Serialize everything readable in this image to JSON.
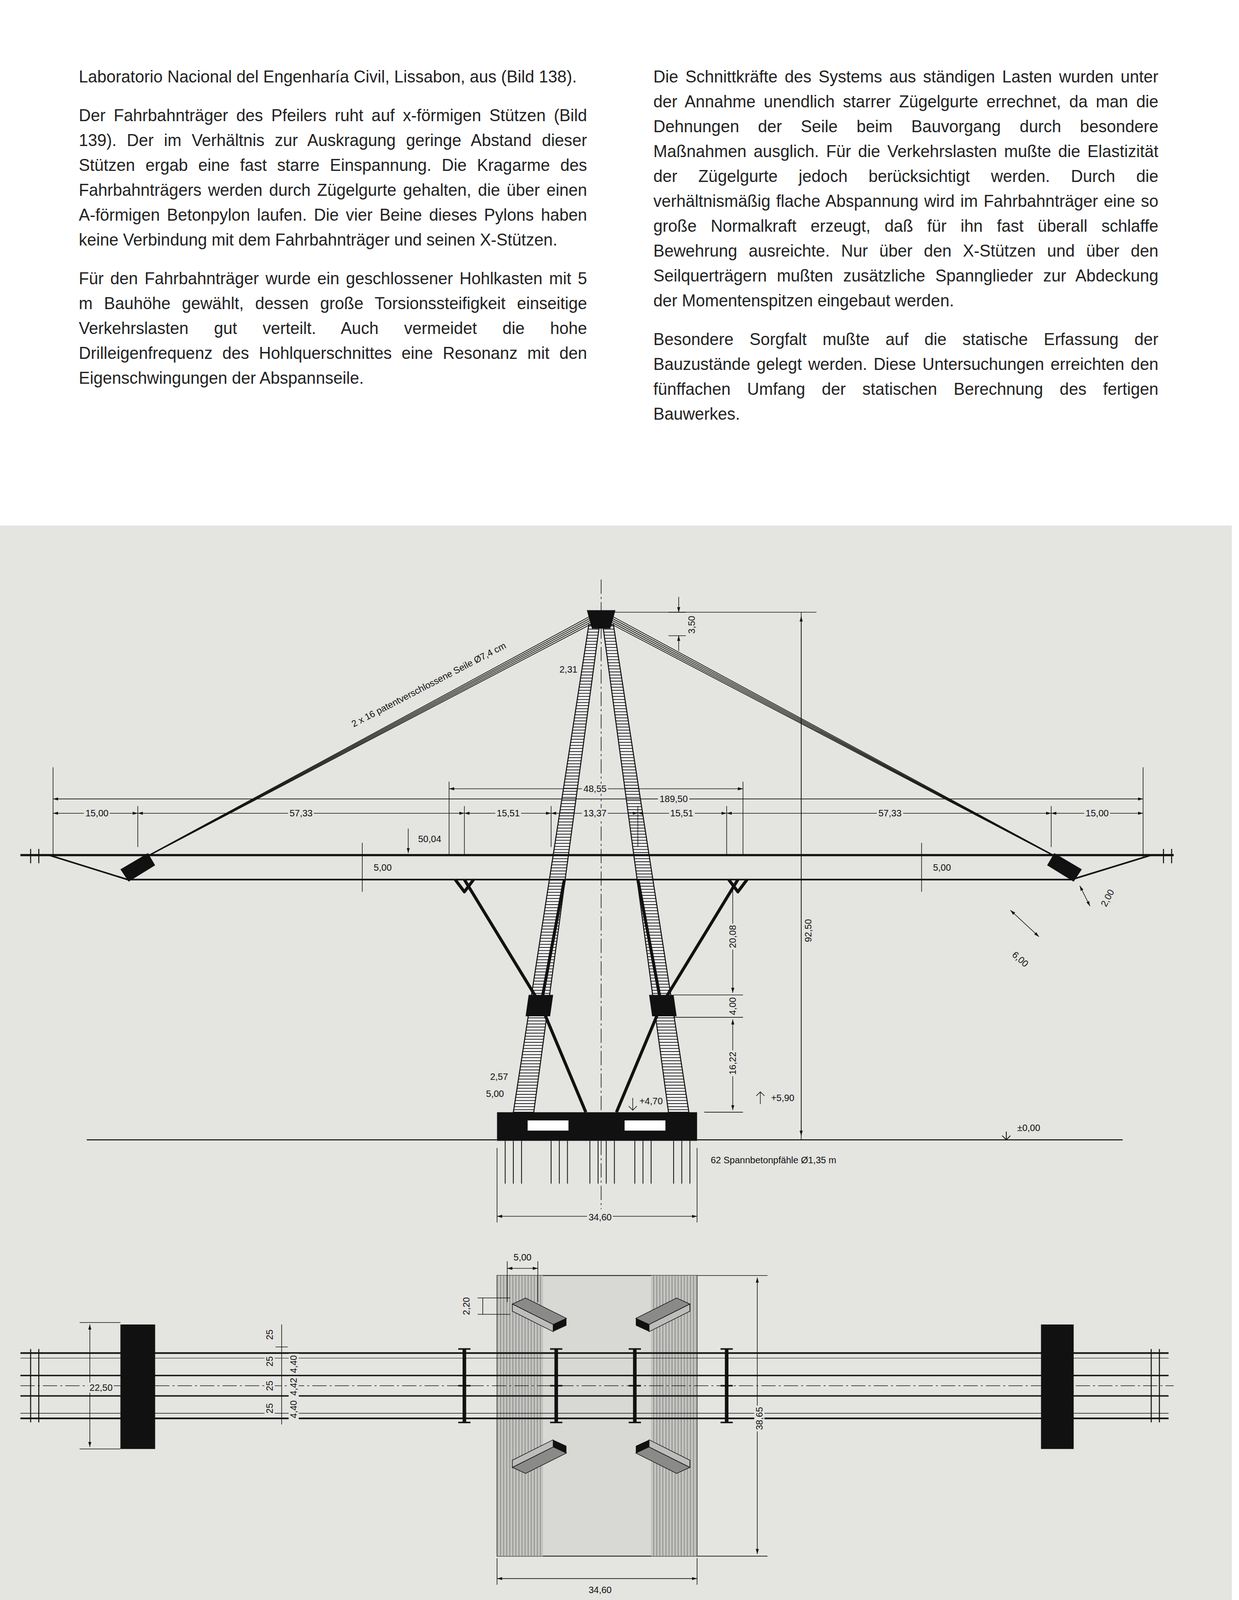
{
  "diagram": {
    "labels": [
      "Laboratorio Nacional del Engenharía Civil, Lissabon, aus (Bild 138).",
      "Der Fahrbahnträger des Pfeilers ruht auf x-förmigen Stützen (Bild 139). Der im Verhältnis zur Auskragung geringe Abstand dieser Stützen ergab eine fast starre Einspannung. Die Kragarme des Fahrbahnträgers werden durch Zügelgurte gehalten, die über einen A-förmigen Betonpylon laufen. Die vier Beine dieses Pylons haben keine Verbindung mit dem Fahrbahnträger und seinen X-Stützen.",
      "Für den Fahrbahnträger wurde ein geschlossener Hohlkasten mit 5 m Bauhöhe gewählt, dessen große Torsionssteifigkeit einseitige Verkehrslasten gut verteilt. Auch vermeidet die hohe Drilleigenfrequenz des Hohlquerschnittes eine Resonanz mit den Eigenschwingungen der Abspannseile.",
      "Die Schnittkräfte des Systems aus ständigen Lasten wurden unter der Annahme unendlich starrer Zügelgurte errechnet, da man die Dehnungen der Seile beim Bauvorgang durch besondere Maßnahmen ausglich. Für die Verkehrslasten mußte die Elastizität der Zügelgurte jedoch berücksichtigt werden. Durch die verhältnismäßig flache Abspannung wird im Fahrbahnträger eine so große Normalkraft erzeugt, daß für ihn fast überall schlaffe Bewehrung ausreichte. Nur über den X-Stützen und über den Seilquerträgern mußten zusätzliche Spannglieder zur Abdeckung der Momentenspitzen eingebaut werden.",
      "Besondere Sorgfalt mußte auf die statische Erfassung der Bauzustände gelegt werden. Diese Untersuchungen erreichten den fünffachen Umfang der statischen Berechnung des fertigen Bauwerkes.",
      "2 x 16 patentverschlossene Seile Ø7,4 cm",
      "3,50",
      "2,31",
      "189,50",
      "48,55",
      "15,00",
      "57,33",
      "15,51",
      "13,37",
      "15,51",
      "57,33",
      "15,00",
      "50,04",
      "5,00",
      "5,00",
      "6,00",
      "2,00",
      "20,08",
      "92,50",
      "4,00",
      "16,22",
      "2,57",
      "5,00",
      "+4,70",
      "+5,90",
      "±0,00",
      "62 Spannbetonpfähle Ø1,35 m",
      "34,60",
      "5,00",
      "2,20",
      "25",
      "25",
      "4,40",
      "25",
      "4,42",
      "25",
      "4,40",
      "22,50",
      "38,65",
      "34,60"
    ]
  }
}
